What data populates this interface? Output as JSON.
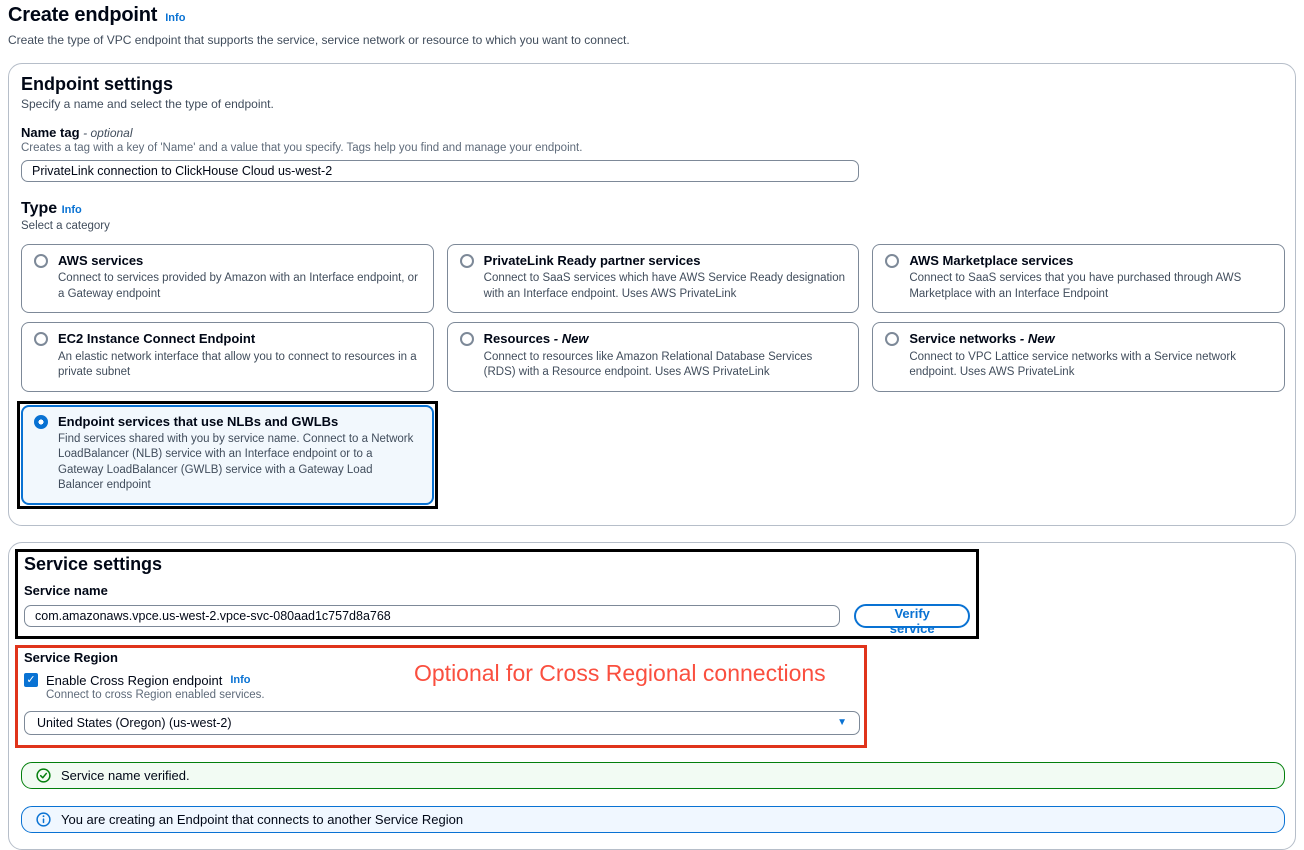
{
  "page": {
    "title": "Create endpoint",
    "info_label": "Info",
    "description": "Create the type of VPC endpoint that supports the service, service network or resource to which you want to connect."
  },
  "endpoint_settings": {
    "heading": "Endpoint settings",
    "subheading": "Specify a name and select the type of endpoint.",
    "name_tag": {
      "label": "Name tag",
      "optional_label": "- optional",
      "hint": "Creates a tag with a key of 'Name' and a value that you specify. Tags help you find and manage your endpoint.",
      "value": "PrivateLink connection to ClickHouse Cloud us-west-2"
    },
    "type": {
      "heading": "Type",
      "info_label": "Info",
      "subheading": "Select a category",
      "options": [
        {
          "title": "AWS services",
          "description": "Connect to services provided by Amazon with an Interface endpoint, or a Gateway endpoint",
          "selected": false
        },
        {
          "title": "PrivateLink Ready partner services",
          "description": "Connect to SaaS services which have AWS Service Ready designation with an Interface endpoint. Uses AWS PrivateLink",
          "selected": false
        },
        {
          "title": "AWS Marketplace services",
          "description": "Connect to SaaS services that you have purchased through AWS Marketplace with an Interface Endpoint",
          "selected": false
        },
        {
          "title": "EC2 Instance Connect Endpoint",
          "description": "An elastic network interface that allow you to connect to resources in a private subnet",
          "selected": false
        },
        {
          "title": "Resources",
          "suffix": "- New",
          "description": "Connect to resources like Amazon Relational Database Services (RDS) with a Resource endpoint. Uses AWS PrivateLink",
          "selected": false
        },
        {
          "title": "Service networks",
          "suffix": "- New",
          "description": "Connect to VPC Lattice service networks with a Service network endpoint. Uses AWS PrivateLink",
          "selected": false
        },
        {
          "title": "Endpoint services that use NLBs and GWLBs",
          "description": "Find services shared with you by service name. Connect to a Network LoadBalancer (NLB) service with an Interface endpoint or to a Gateway LoadBalancer (GWLB) service with a Gateway Load Balancer endpoint",
          "selected": true
        }
      ]
    }
  },
  "service_settings": {
    "heading": "Service settings",
    "service_name": {
      "label": "Service name",
      "value": "com.amazonaws.vpce.us-west-2.vpce-svc-080aad1c757d8a768"
    },
    "verify_button_label": "Verify service",
    "service_region": {
      "label": "Service Region",
      "checkbox_label": "Enable Cross Region endpoint",
      "info_label": "Info",
      "checkbox_checked": true,
      "checkbox_hint": "Connect to cross Region enabled services.",
      "selected_region": "United States (Oregon) (us-west-2)"
    },
    "annotation_text": "Optional for Cross Regional connections",
    "success_banner": "Service name verified.",
    "info_banner": "You are creating an Endpoint that connects to another Service Region"
  },
  "icons": {
    "check": "✓",
    "chevron_down": "▼"
  },
  "colors": {
    "link_blue": "#0972d3",
    "selected_tile_bg": "#f2f8fd",
    "success_green": "#037f0c",
    "success_bg": "#f2fbf3",
    "info_bg": "#f0f7ff",
    "annotation_black": "#000000",
    "annotation_red": "#e0341b",
    "annotation_text_red": "#fa4f3f"
  }
}
